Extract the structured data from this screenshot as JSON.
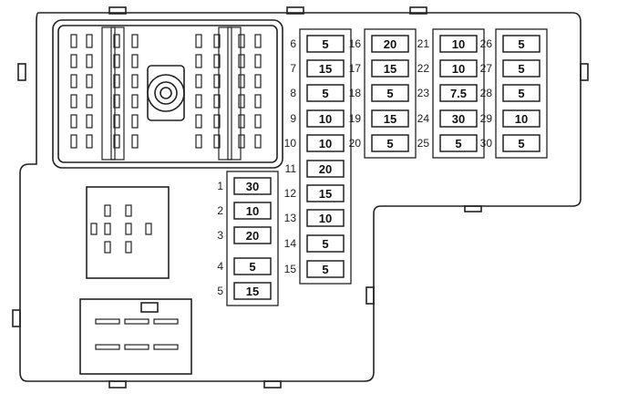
{
  "diagram": {
    "type": "fuse-panel-layout",
    "fuses": [
      {
        "id": "1",
        "rating": "30"
      },
      {
        "id": "2",
        "rating": "10"
      },
      {
        "id": "3",
        "rating": "20"
      },
      {
        "id": "4",
        "rating": "5"
      },
      {
        "id": "5",
        "rating": "15"
      },
      {
        "id": "6",
        "rating": "5"
      },
      {
        "id": "7",
        "rating": "15"
      },
      {
        "id": "8",
        "rating": "5"
      },
      {
        "id": "9",
        "rating": "10"
      },
      {
        "id": "10",
        "rating": "10"
      },
      {
        "id": "11",
        "rating": "20"
      },
      {
        "id": "12",
        "rating": "15"
      },
      {
        "id": "13",
        "rating": "10"
      },
      {
        "id": "14",
        "rating": "5"
      },
      {
        "id": "15",
        "rating": "5"
      },
      {
        "id": "16",
        "rating": "20"
      },
      {
        "id": "17",
        "rating": "15"
      },
      {
        "id": "18",
        "rating": "5"
      },
      {
        "id": "19",
        "rating": "15"
      },
      {
        "id": "20",
        "rating": "5"
      },
      {
        "id": "21",
        "rating": "10"
      },
      {
        "id": "22",
        "rating": "10"
      },
      {
        "id": "23",
        "rating": "7.5"
      },
      {
        "id": "24",
        "rating": "30"
      },
      {
        "id": "25",
        "rating": "5"
      },
      {
        "id": "26",
        "rating": "5"
      },
      {
        "id": "27",
        "rating": "5"
      },
      {
        "id": "28",
        "rating": "5"
      },
      {
        "id": "29",
        "rating": "10"
      },
      {
        "id": "30",
        "rating": "5"
      }
    ]
  }
}
